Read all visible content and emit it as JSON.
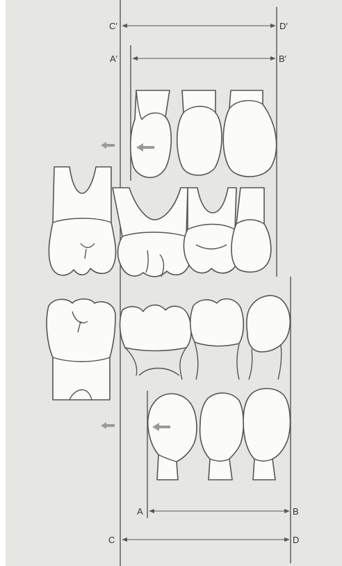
{
  "labels": {
    "c_prime": "C′",
    "d_prime": "D′",
    "a_prime": "A′",
    "b_prime": "B′",
    "a": "A",
    "b": "B",
    "c": "C",
    "d": "D"
  },
  "colors": {
    "panel": "#e6e6e2",
    "tooth_fill": "#fbfbf9",
    "outline": "#555555",
    "arrow": "#9a9a9a"
  }
}
